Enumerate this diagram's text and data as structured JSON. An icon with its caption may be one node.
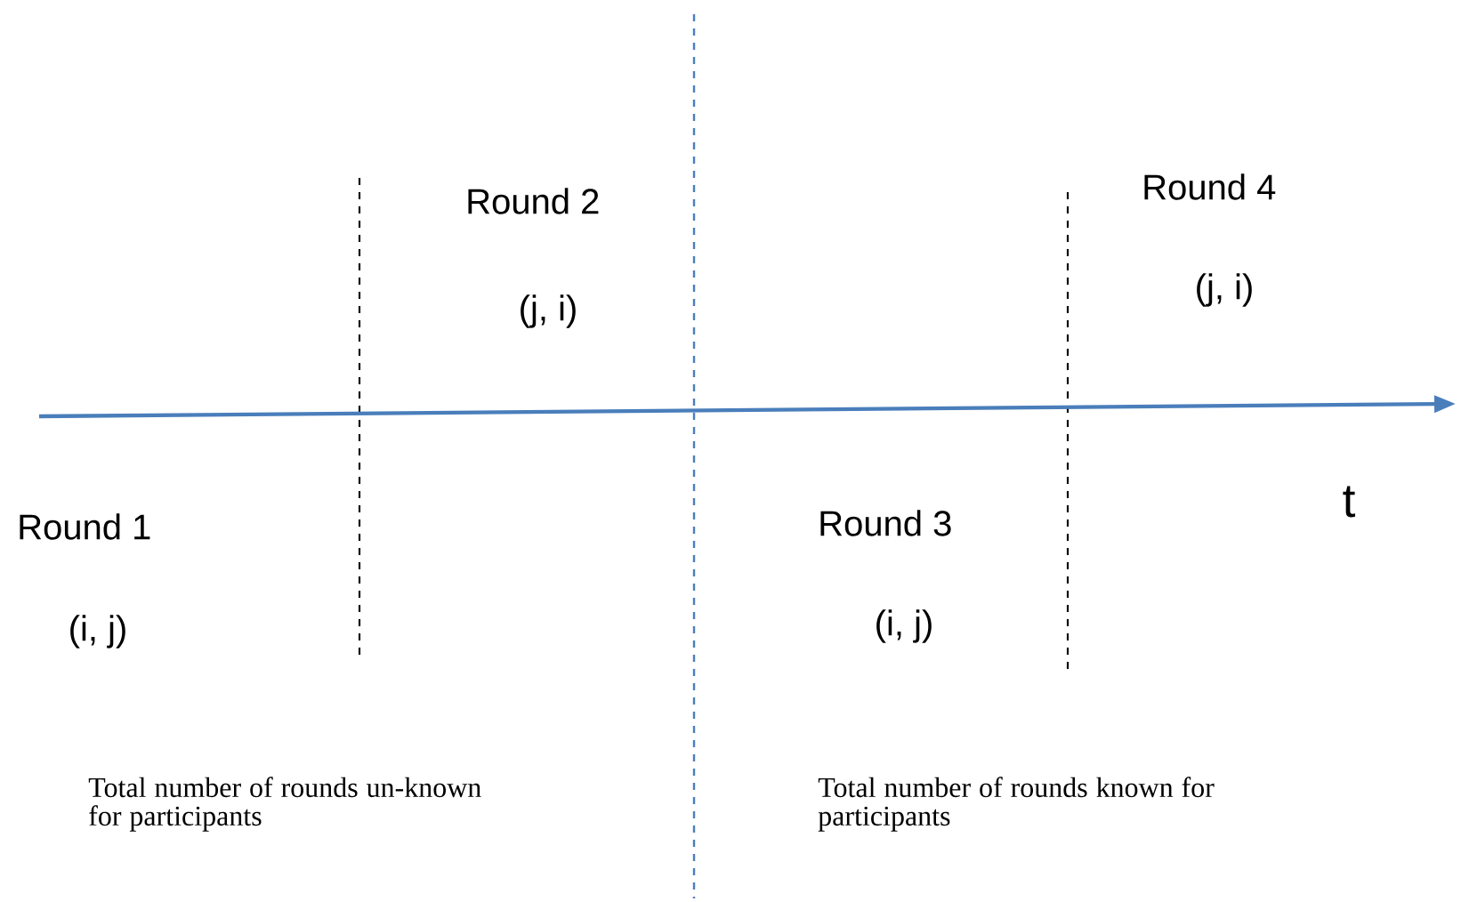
{
  "diagram": {
    "labels": [
      "Round 1",
      "(i, j)",
      "Round 2",
      "(j, i)",
      "Round 3",
      "(i, j)",
      "Round 4",
      "(j, i)",
      "t",
      "Total number of rounds un-known for participants",
      "Total number of rounds known for participants"
    ]
  }
}
